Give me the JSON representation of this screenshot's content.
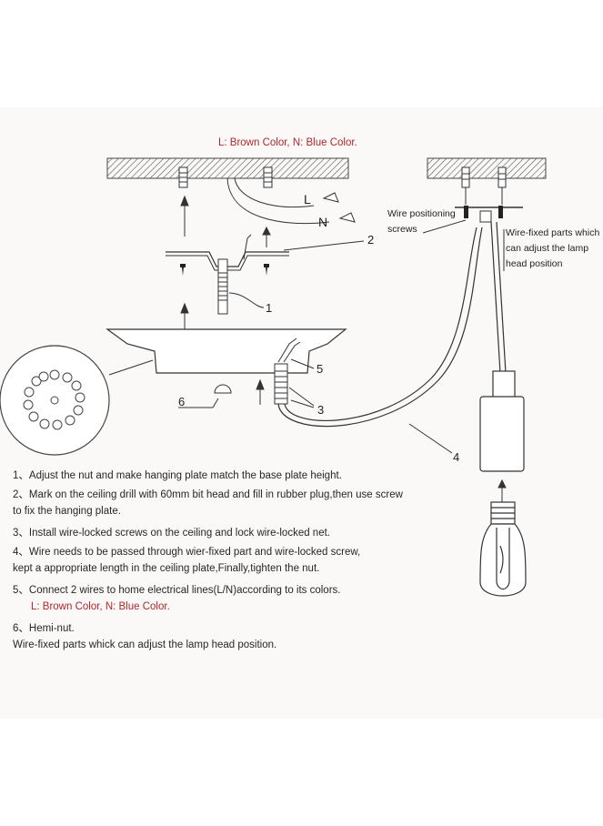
{
  "header_note": "L: Brown Color, N: Blue Color.",
  "labels": {
    "L": "L",
    "N": "N",
    "callout_1": "1",
    "callout_2": "2",
    "callout_3": "3",
    "callout_4": "4",
    "callout_5": "5",
    "callout_6": "6",
    "wire_positioning_1": "Wire positioning",
    "wire_positioning_2": "screws",
    "wire_fixed_1": "Wire-fixed parts which",
    "wire_fixed_2": "can adjust the lamp",
    "wire_fixed_3": "head position"
  },
  "steps": [
    "1、Adjust the nut and make hanging plate match the base plate height.",
    "2、Mark on the ceiling drill with 60mm bit head and fill in rubber plug,then use screw",
    "to  fix the hanging plate.",
    "3、Install wire-locked screws on the ceiling and lock wire-locked net.",
    "4、Wire needs to be passed through wier-fixed part and wire-locked screw,",
    "kept a appropriate length in the ceiling plate,Finally,tighten the nut.",
    "5、Connect 2 wires to home electrical lines(L/N)according to its colors.",
    "L: Brown Color, N: Blue Color.",
    "6、Hemi-nut.",
    "Wire-fixed parts whick can adjust the lamp head position."
  ]
}
